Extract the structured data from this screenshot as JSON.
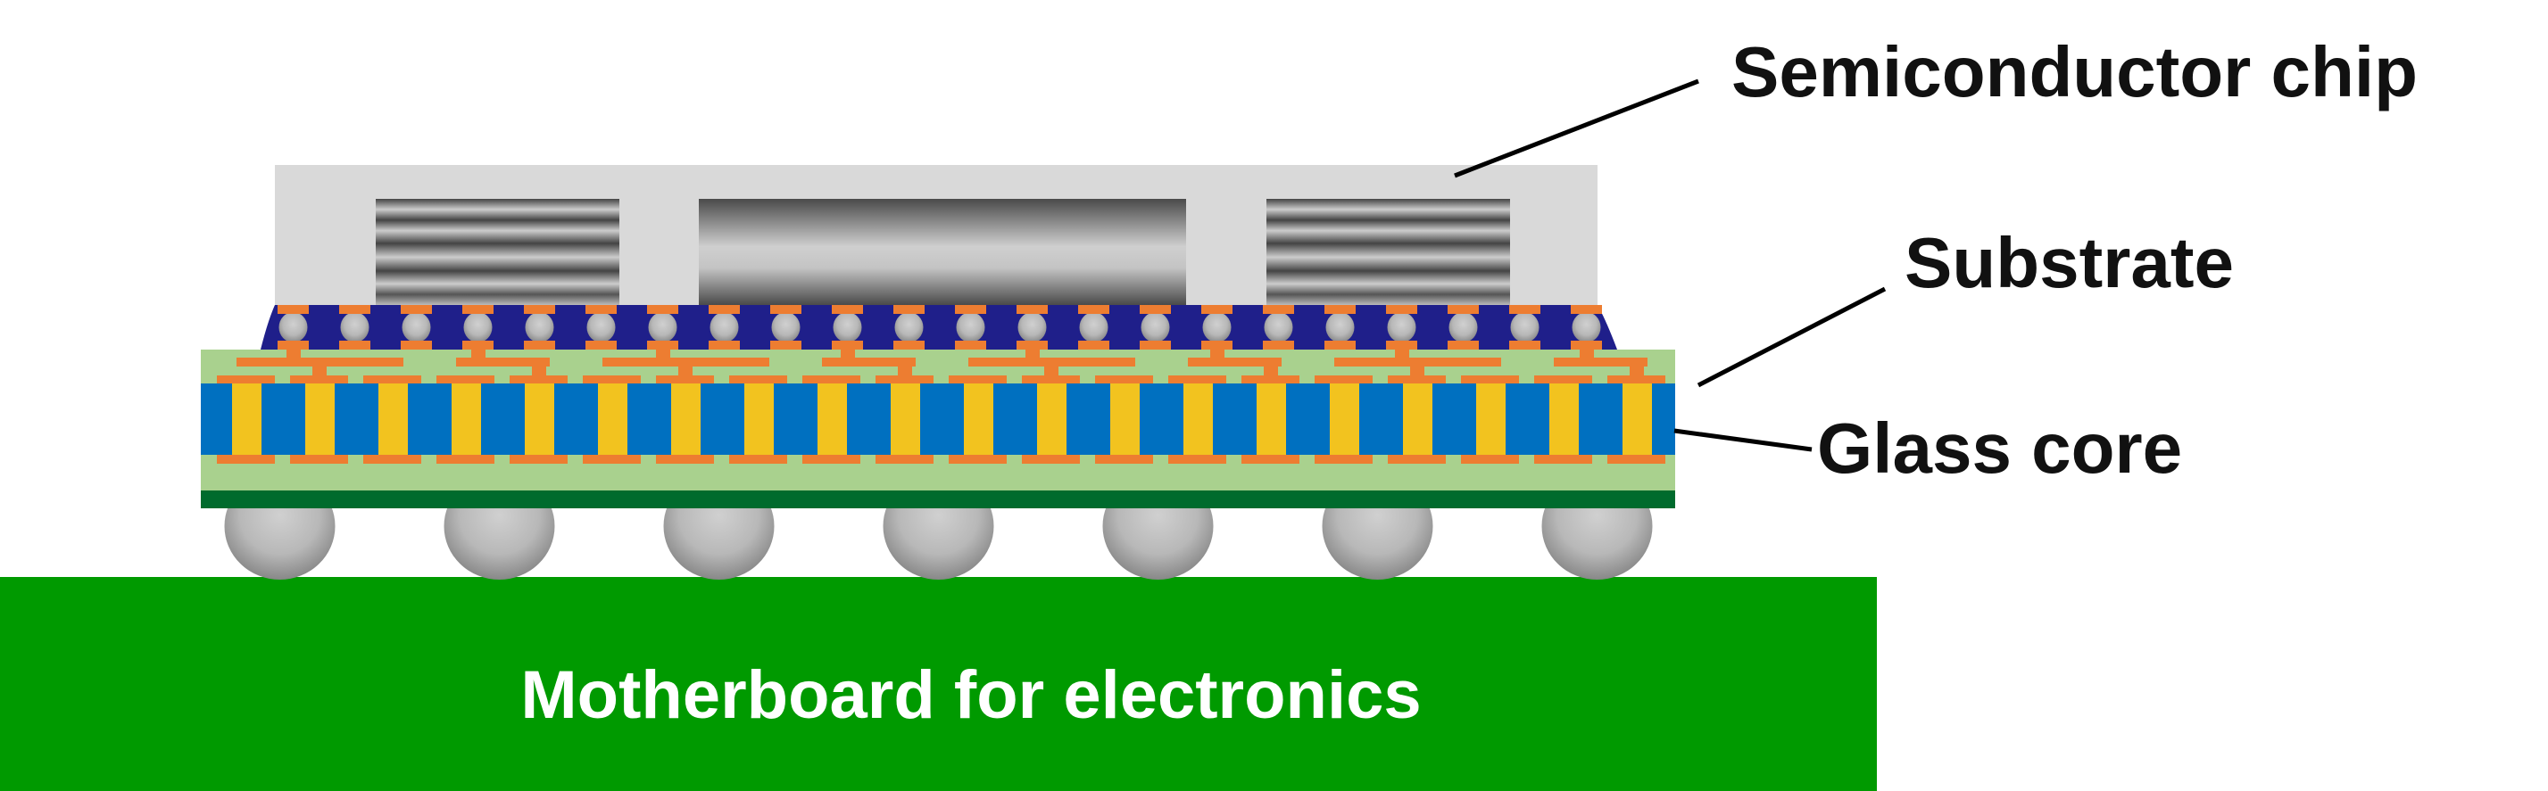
{
  "labels": {
    "chip": "Semiconductor chip",
    "substrate": "Substrate",
    "glass_core": "Glass core",
    "motherboard": "Motherboard for electronics"
  },
  "colors": {
    "chip": "#d9d9d9",
    "underfill": "#1f1f8a",
    "buildup": "#a9d18e",
    "glass": "#0070c0",
    "via": "#f2c31f",
    "copper": "#ed7d31",
    "solder_resist": "#006b2d",
    "motherboard": "#009a00"
  },
  "counts": {
    "micro_bumps": 22,
    "core_vias": 20,
    "bga_balls": 7
  }
}
